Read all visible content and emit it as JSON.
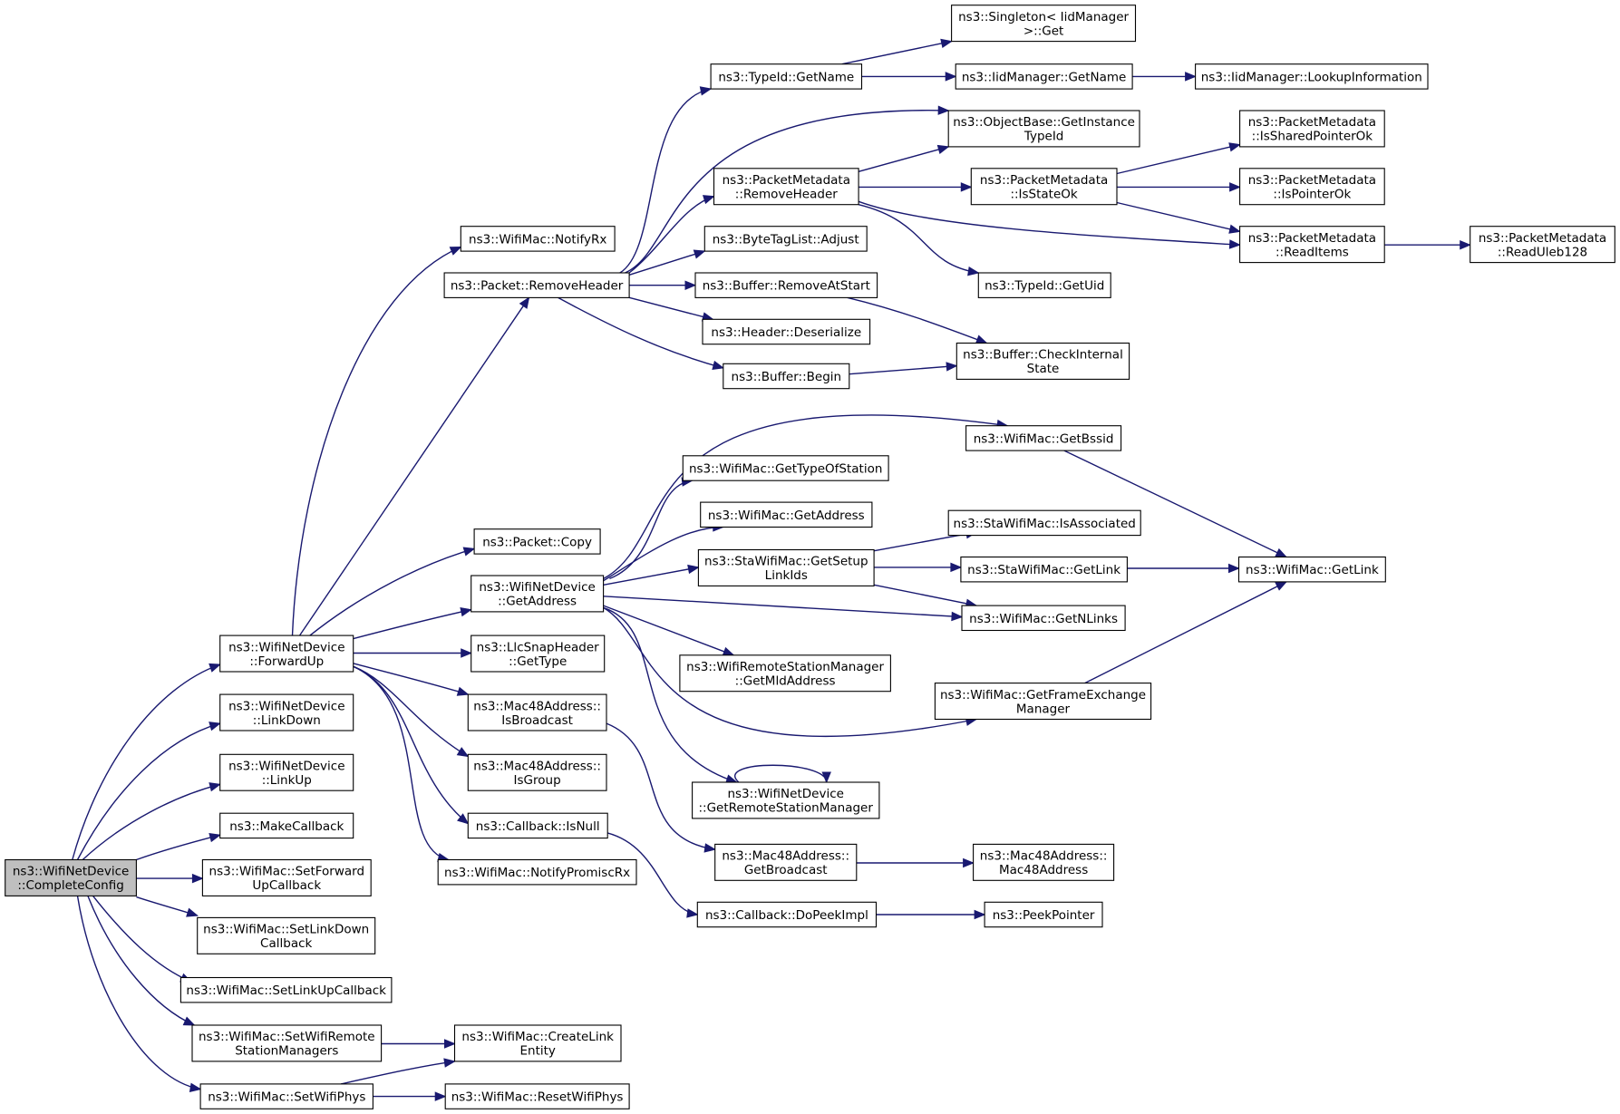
{
  "nodes": {
    "complete_config": [
      "ns3::WifiNetDevice",
      "::CompleteConfig"
    ],
    "forward_up": [
      "ns3::WifiNetDevice",
      "::ForwardUp"
    ],
    "link_down": [
      "ns3::WifiNetDevice",
      "::LinkDown"
    ],
    "link_up": [
      "ns3::WifiNetDevice",
      "::LinkUp"
    ],
    "make_callback": [
      "ns3::MakeCallback"
    ],
    "set_forward_up_callback": [
      "ns3::WifiMac::SetForward",
      "UpCallback"
    ],
    "set_link_down_callback": [
      "ns3::WifiMac::SetLinkDown",
      "Callback"
    ],
    "set_link_up_callback": [
      "ns3::WifiMac::SetLinkUpCallback"
    ],
    "set_wifi_remote_station_managers": [
      "ns3::WifiMac::SetWifiRemote",
      "StationManagers"
    ],
    "set_wifi_phys": [
      "ns3::WifiMac::SetWifiPhys"
    ],
    "create_link_entity": [
      "ns3::WifiMac::CreateLink",
      "Entity"
    ],
    "reset_wifi_phys": [
      "ns3::WifiMac::ResetWifiPhys"
    ],
    "notify_rx": [
      "ns3::WifiMac::NotifyRx"
    ],
    "packet_remove_header": [
      "ns3::Packet::RemoveHeader"
    ],
    "packet_copy": [
      "ns3::Packet::Copy"
    ],
    "wnd_get_address": [
      "ns3::WifiNetDevice",
      "::GetAddress"
    ],
    "llc_get_type": [
      "ns3::LlcSnapHeader",
      "::GetType"
    ],
    "mac48_is_broadcast": [
      "ns3::Mac48Address::",
      "IsBroadcast"
    ],
    "mac48_is_group": [
      "ns3::Mac48Address::",
      "IsGroup"
    ],
    "callback_is_null": [
      "ns3::Callback::IsNull"
    ],
    "notify_promisc_rx": [
      "ns3::WifiMac::NotifyPromiscRx"
    ],
    "typeid_get_name": [
      "ns3::TypeId::GetName"
    ],
    "singleton_get": [
      "ns3::Singleton< IidManager",
      ">::Get"
    ],
    "iid_get_name": [
      "ns3::IidManager::GetName"
    ],
    "iid_lookup": [
      "ns3::IidManager::LookupInformation"
    ],
    "objectbase_get_instance_typeid": [
      "ns3::ObjectBase::GetInstance",
      "TypeId"
    ],
    "pm_remove_header": [
      "ns3::PacketMetadata",
      "::RemoveHeader"
    ],
    "pm_is_state_ok": [
      "ns3::PacketMetadata",
      "::IsStateOk"
    ],
    "pm_is_shared_pointer_ok": [
      "ns3::PacketMetadata",
      "::IsSharedPointerOk"
    ],
    "pm_is_pointer_ok": [
      "ns3::PacketMetadata",
      "::IsPointerOk"
    ],
    "pm_read_items": [
      "ns3::PacketMetadata",
      "::ReadItems"
    ],
    "pm_read_uleb128": [
      "ns3::PacketMetadata",
      "::ReadUleb128"
    ],
    "typeid_get_uid": [
      "ns3::TypeId::GetUid"
    ],
    "bytetaglist_adjust": [
      "ns3::ByteTagList::Adjust"
    ],
    "buffer_remove_at_start": [
      "ns3::Buffer::RemoveAtStart"
    ],
    "header_deserialize": [
      "ns3::Header::Deserialize"
    ],
    "buffer_begin": [
      "ns3::Buffer::Begin"
    ],
    "buffer_check_internal_state": [
      "ns3::Buffer::CheckInternal",
      "State"
    ],
    "get_bssid": [
      "ns3::WifiMac::GetBssid"
    ],
    "get_type_of_station": [
      "ns3::WifiMac::GetTypeOfStation"
    ],
    "mac_get_address": [
      "ns3::WifiMac::GetAddress"
    ],
    "sta_get_setup_link_ids": [
      "ns3::StaWifiMac::GetSetup",
      "LinkIds"
    ],
    "sta_is_associated": [
      "ns3::StaWifiMac::IsAssociated"
    ],
    "sta_get_link": [
      "ns3::StaWifiMac::GetLink"
    ],
    "mac_get_link": [
      "ns3::WifiMac::GetLink"
    ],
    "mac_get_n_links": [
      "ns3::WifiMac::GetNLinks"
    ],
    "wrsm_get_mld_address": [
      "ns3::WifiRemoteStationManager",
      "::GetMldAddress"
    ],
    "get_frame_exchange_manager": [
      "ns3::WifiMac::GetFrameExchange",
      "Manager"
    ],
    "get_remote_station_manager": [
      "ns3::WifiNetDevice",
      "::GetRemoteStationManager"
    ],
    "mac48_get_broadcast": [
      "ns3::Mac48Address::",
      "GetBroadcast"
    ],
    "mac48_ctor": [
      "ns3::Mac48Address::",
      "Mac48Address"
    ],
    "callback_do_peek_impl": [
      "ns3::Callback::DoPeekImpl"
    ],
    "peek_pointer": [
      "ns3::PeekPointer"
    ]
  },
  "colors": {
    "edge": "#191970",
    "root_fill": "#bfbfbf",
    "node_fill": "#ffffff",
    "node_stroke": "#000000"
  }
}
